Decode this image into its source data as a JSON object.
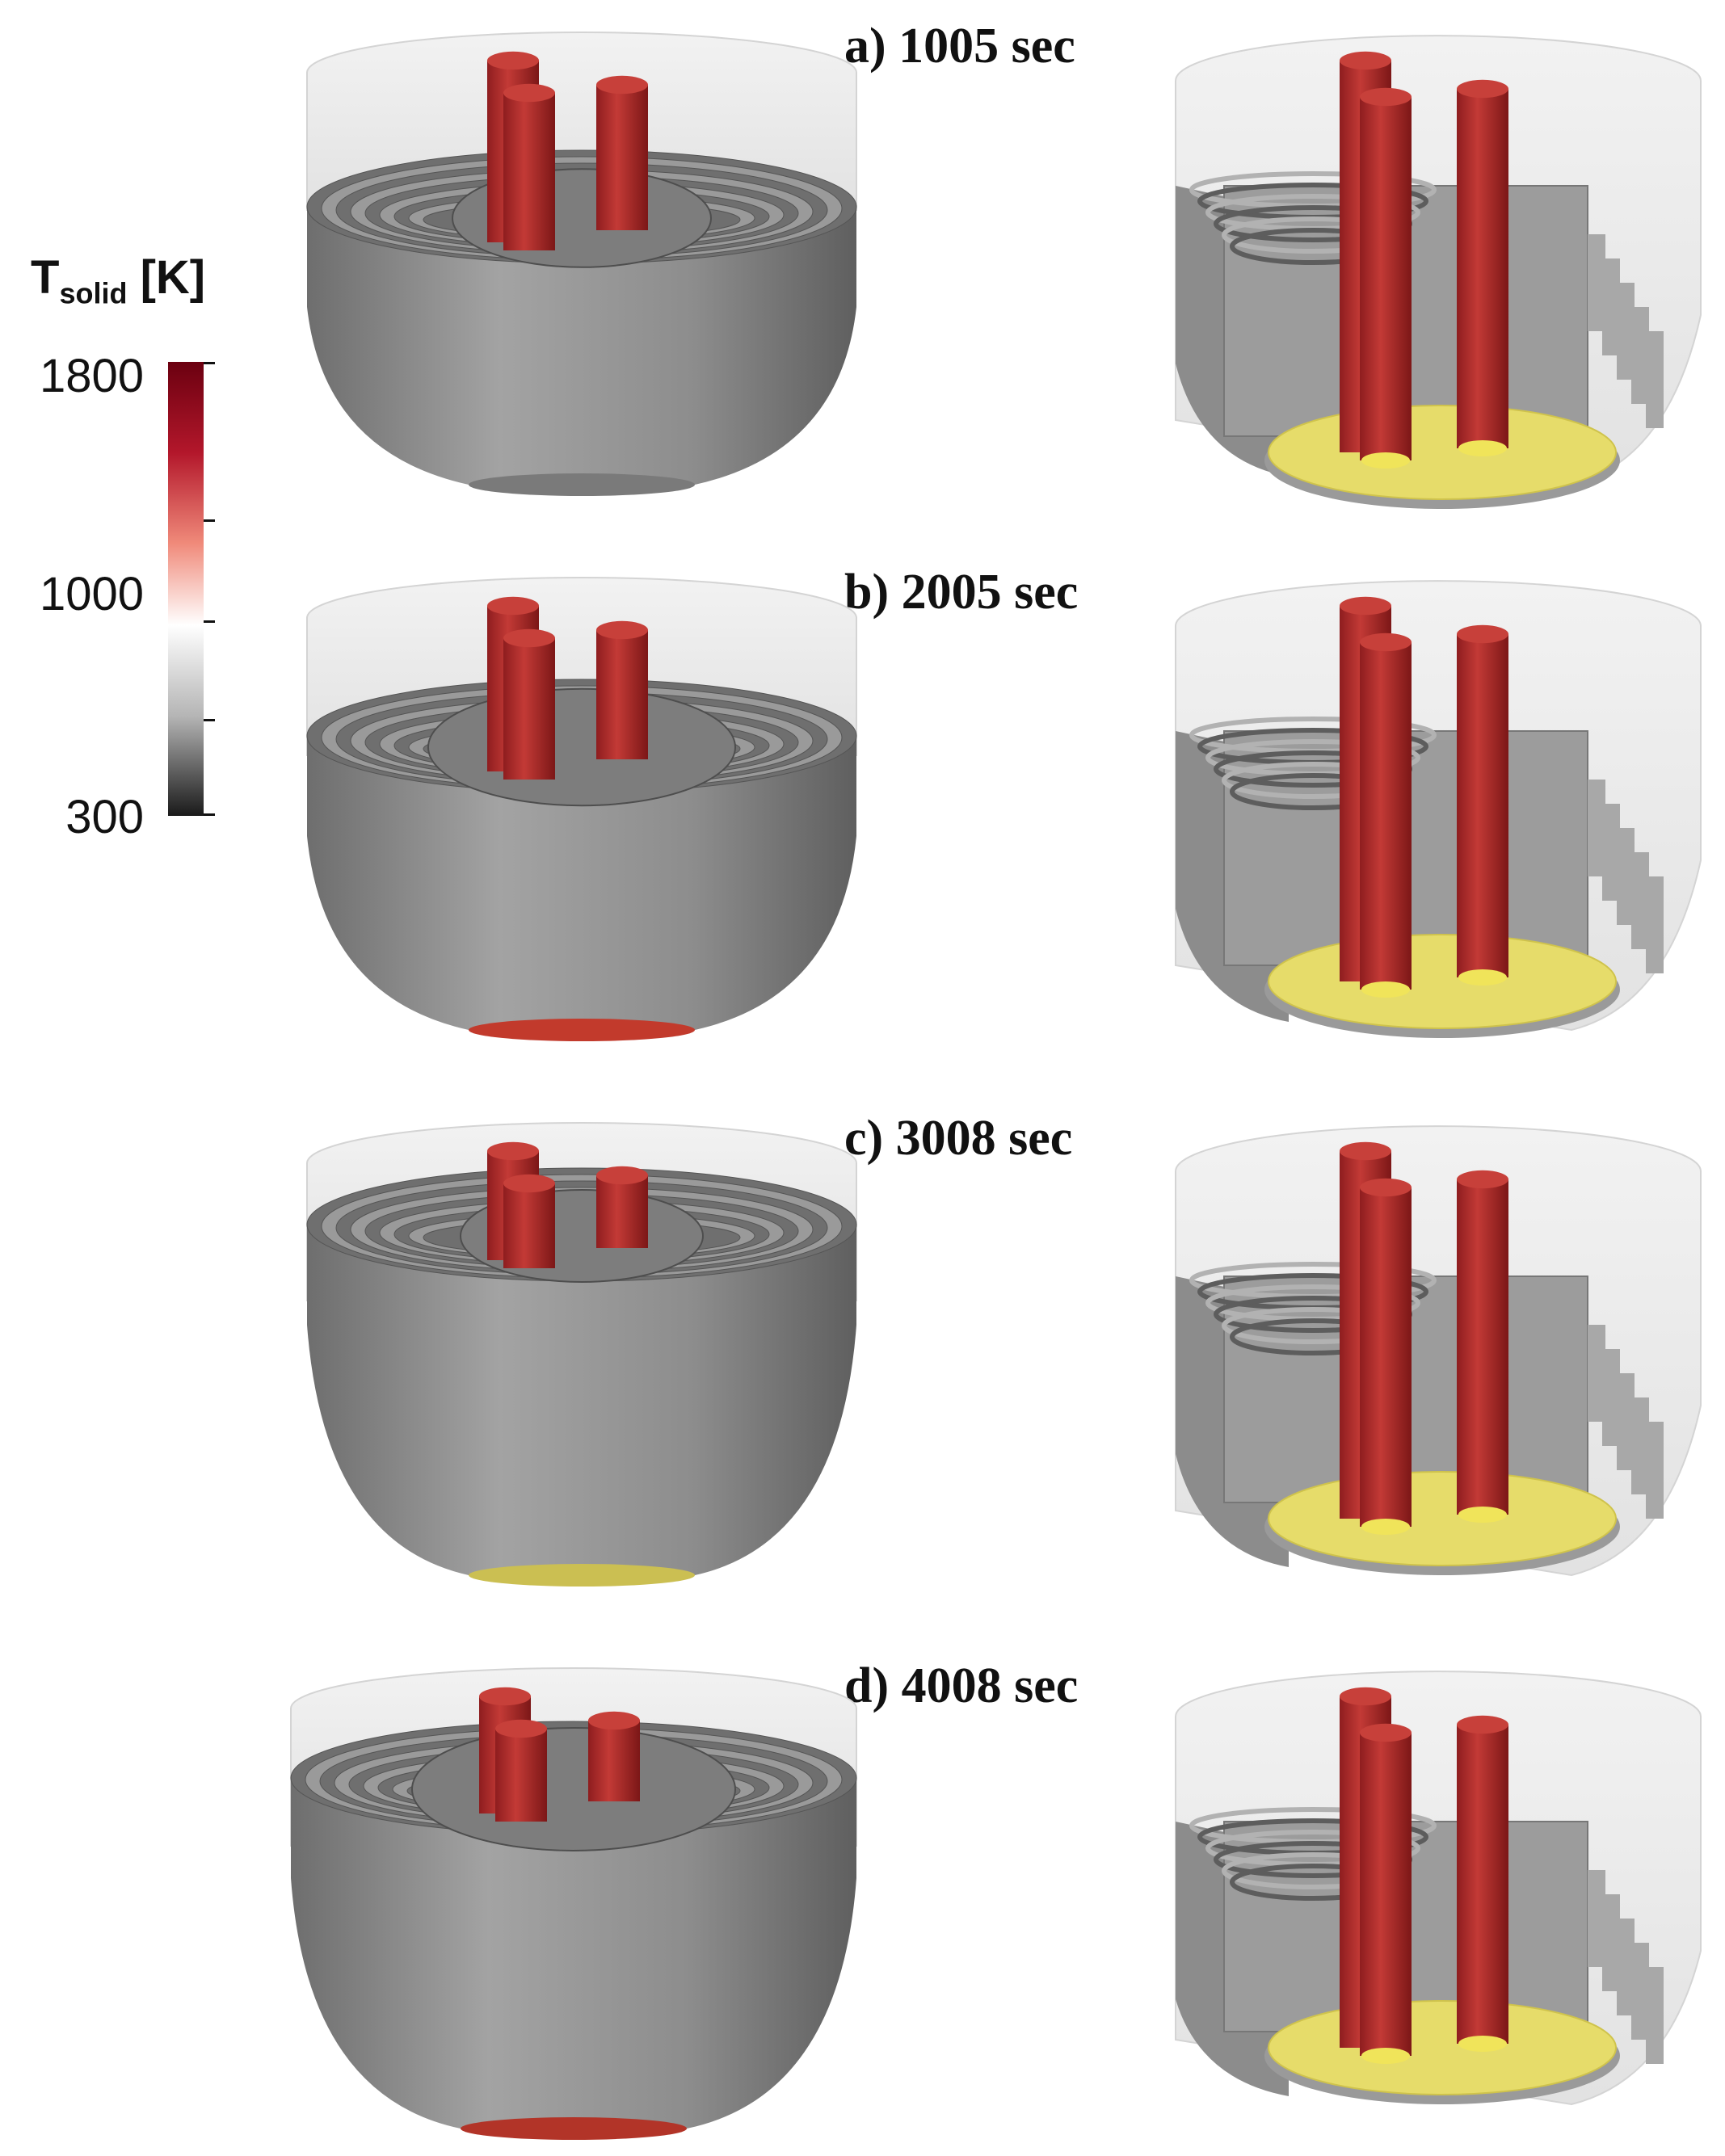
{
  "panels": [
    {
      "label": "a) 1005 sec"
    },
    {
      "label": "b) 2005 sec"
    },
    {
      "label": "c) 3008 sec"
    },
    {
      "label": "d) 4008 sec"
    }
  ],
  "legend": {
    "title_main": "T",
    "title_sub": "solid",
    "title_unit": " [K]",
    "ticks": [
      "1800",
      "1000",
      "300"
    ],
    "colormap": [
      "#6b0010",
      "#b3172b",
      "#f08a7a",
      "#ffffff",
      "#b5b5b5",
      "#1a1a1a"
    ]
  },
  "colors": {
    "rod_red": "#b3282a",
    "steel_gray": "#8f8f8f",
    "molten_yellow": "#e6dc6a",
    "glass": "#e9e9e9"
  }
}
